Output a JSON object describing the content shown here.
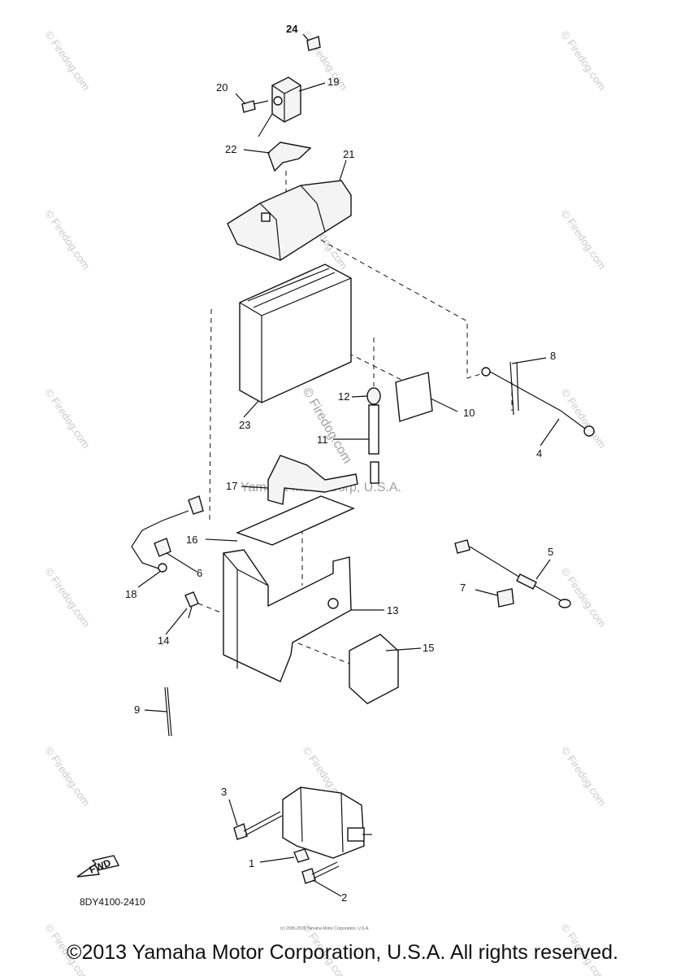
{
  "watermarks": {
    "small": "© Firedog.com",
    "center": "© Firedog.com",
    "yamaha": "Yamaha Motor Corp, U.S.A."
  },
  "parts": [
    {
      "label": "24"
    },
    {
      "label": "20"
    },
    {
      "label": "19"
    },
    {
      "label": "22"
    },
    {
      "label": "21"
    },
    {
      "label": "8"
    },
    {
      "label": "12"
    },
    {
      "label": "10"
    },
    {
      "label": "23"
    },
    {
      "label": "11"
    },
    {
      "label": "4"
    },
    {
      "label": "17"
    },
    {
      "label": "16"
    },
    {
      "label": "6"
    },
    {
      "label": "5"
    },
    {
      "label": "18"
    },
    {
      "label": "7"
    },
    {
      "label": "13"
    },
    {
      "label": "14"
    },
    {
      "label": "15"
    },
    {
      "label": "9"
    },
    {
      "label": "3"
    },
    {
      "label": "1"
    },
    {
      "label": "2"
    }
  ],
  "fwd_label": "FWD",
  "diagram_code": "8DY4100-2410",
  "small_copyright": "(c) 2005-2015 Yamaha Motor Corporation, U.S.A.",
  "copyright": "©2013 Yamaha Motor Corporation, U.S.A. All rights reserved."
}
